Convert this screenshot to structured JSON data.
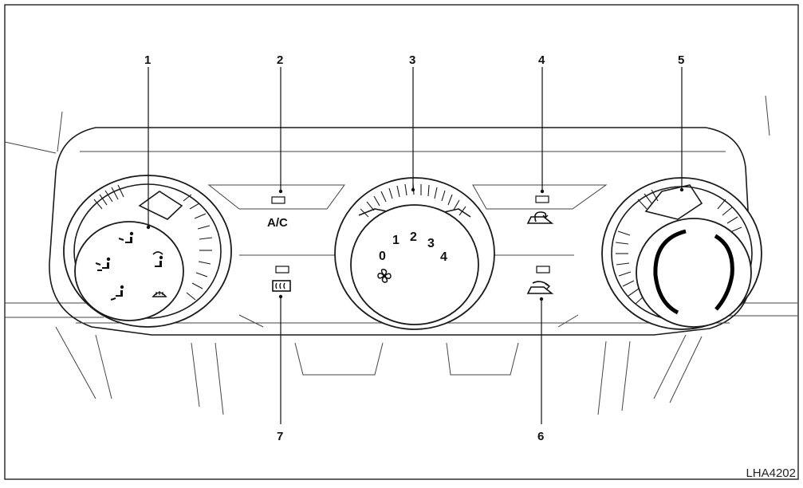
{
  "figure_id": "LHA4202",
  "callouts": [
    "1",
    "2",
    "3",
    "4",
    "5",
    "6",
    "7"
  ],
  "ac_button": {
    "label": "A/C"
  },
  "fan_dial": {
    "speeds": [
      "0",
      "1",
      "2",
      "3",
      "4"
    ]
  },
  "icons": {
    "mode_dial": [
      "vent-face-icon",
      "vent-bilevel-icon",
      "vent-feet-icon",
      "vent-feet-defrost-icon",
      "defrost-icon"
    ],
    "fan": "fan-icon",
    "recirculation": "air-recirculation-icon",
    "fresh_air": "fresh-air-icon",
    "rear_defrost": "rear-defroster-icon"
  }
}
